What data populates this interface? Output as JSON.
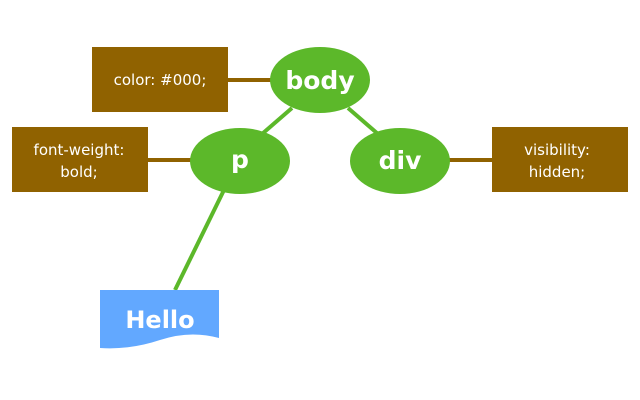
{
  "nodes": {
    "body": "body",
    "p": "p",
    "div": "div",
    "text": "Hello"
  },
  "styles": {
    "body": [
      "color: #000;"
    ],
    "p": [
      "font-weight:",
      "bold;"
    ],
    "div": [
      "visibility:",
      "hidden;"
    ]
  },
  "colors": {
    "node": "#5cb82a",
    "style_box": "#906200",
    "text_node": "#62a8ff",
    "tree_edge": "#5cb82a",
    "style_edge": "#906200"
  }
}
